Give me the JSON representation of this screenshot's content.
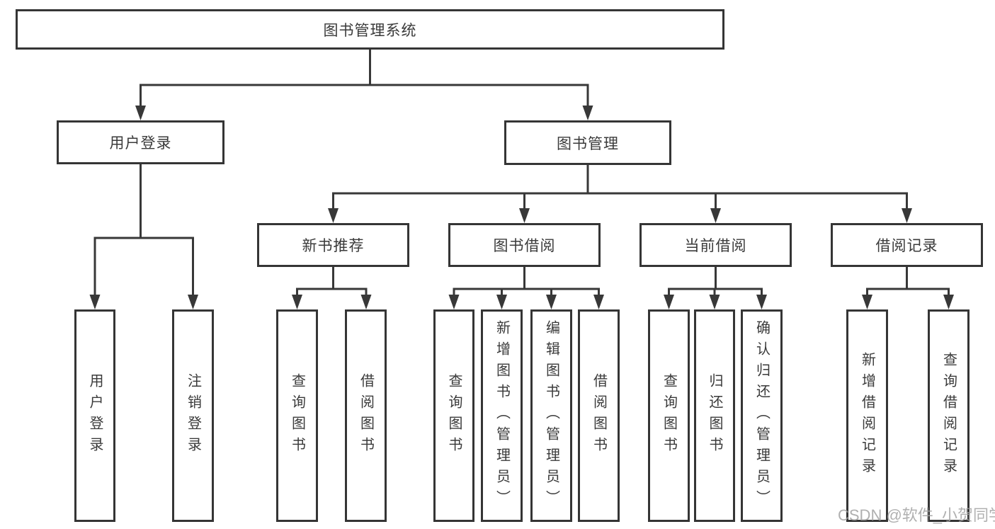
{
  "tree": {
    "root": {
      "label": "图书管理系统"
    },
    "level2": [
      {
        "label": "用户登录",
        "children": [
          {
            "label": "用户登录"
          },
          {
            "label": "注销登录"
          }
        ]
      },
      {
        "label": "图书管理",
        "children": [
          {
            "label": "新书推荐",
            "children": [
              {
                "label": "查询图书"
              },
              {
                "label": "借阅图书"
              }
            ]
          },
          {
            "label": "图书借阅",
            "children": [
              {
                "label": "查询图书"
              },
              {
                "label": "新增图书（管理员）"
              },
              {
                "label": "编辑图书（管理员）"
              },
              {
                "label": "借阅图书"
              }
            ]
          },
          {
            "label": "当前借阅",
            "children": [
              {
                "label": "查询图书"
              },
              {
                "label": "归还图书"
              },
              {
                "label": "确认归还（管理员）"
              }
            ]
          },
          {
            "label": "借阅记录",
            "children": [
              {
                "label": "新增借阅记录"
              },
              {
                "label": "查询借阅记录"
              }
            ]
          }
        ]
      }
    ]
  },
  "watermark": {
    "text": "CSDN @软件_小贺同学"
  },
  "colors": {
    "line": "#383838",
    "text": "#3a3a3a",
    "watermark": "#a2a2a2",
    "background": "#ffffff"
  }
}
